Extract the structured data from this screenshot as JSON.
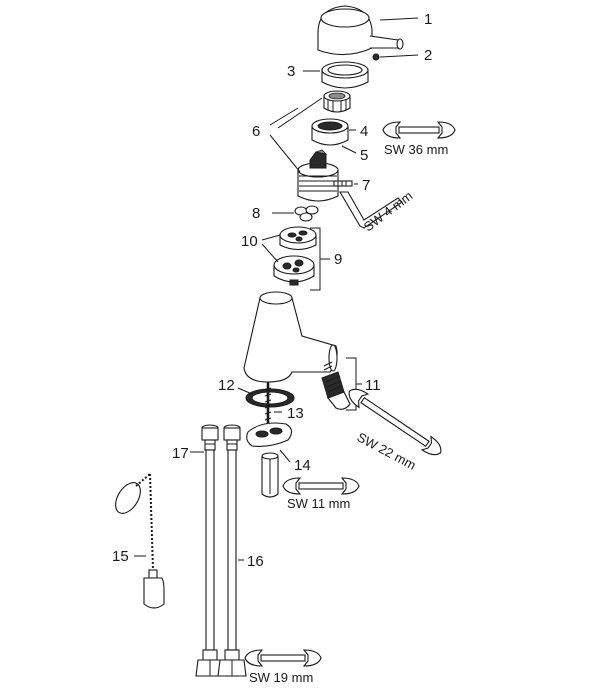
{
  "callouts": [
    "1",
    "2",
    "3",
    "4",
    "5",
    "6",
    "7",
    "8",
    "9",
    "10",
    "11",
    "12",
    "13",
    "14",
    "15",
    "16",
    "17"
  ],
  "wrench_sizes": [
    "SW 36 mm",
    "SW 4 mm",
    "SW 22 mm",
    "SW 11 mm",
    "SW 19 mm"
  ],
  "colors": {
    "ink": "#1a1a1a",
    "shade": "#8c8c8c",
    "paper": "#ffffff"
  },
  "icons": [
    "handle",
    "grub-screw",
    "cover-cap",
    "bushing",
    "nut",
    "cartridge",
    "allen-key",
    "o-rings",
    "disc-upper",
    "disc-lower",
    "spout-body",
    "aerator",
    "gasket",
    "threaded-rod",
    "clamp-plate",
    "sleeve",
    "hose",
    "chain-plug",
    "spanner"
  ]
}
